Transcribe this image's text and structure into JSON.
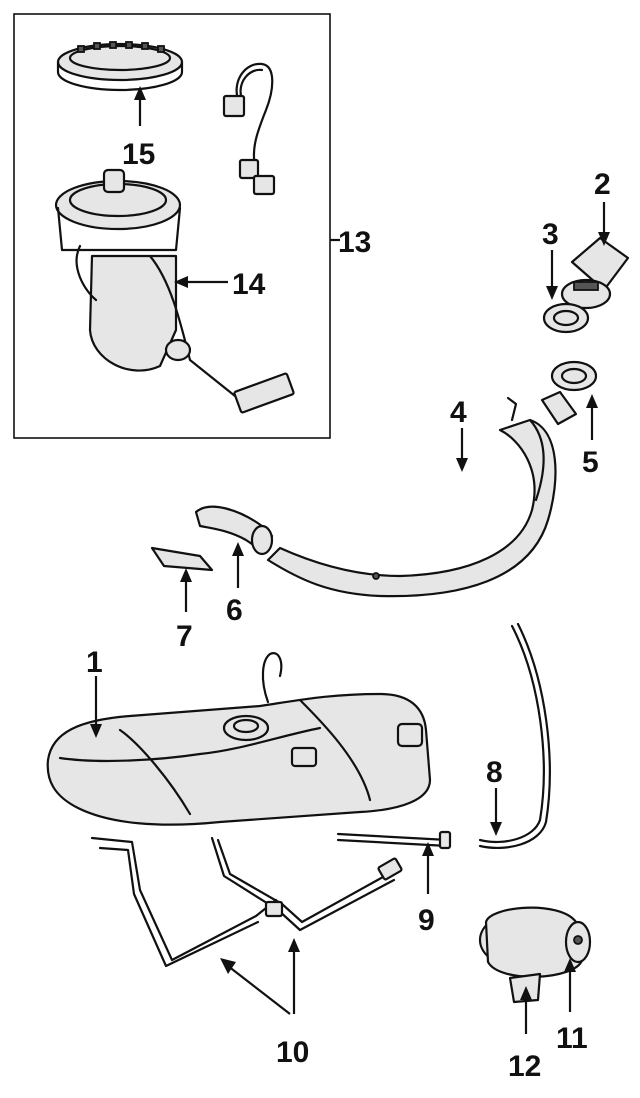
{
  "callouts": {
    "c1": "1",
    "c2": "2",
    "c3": "3",
    "c4": "4",
    "c5": "5",
    "c6": "6",
    "c7": "7",
    "c8": "8",
    "c9": "9",
    "c10": "10",
    "c11": "11",
    "c12": "12",
    "c13": "13",
    "c14": "14",
    "c15": "15"
  },
  "colors": {
    "ink": "#111111",
    "shade": "#e6e6e6",
    "background": "#ffffff"
  }
}
